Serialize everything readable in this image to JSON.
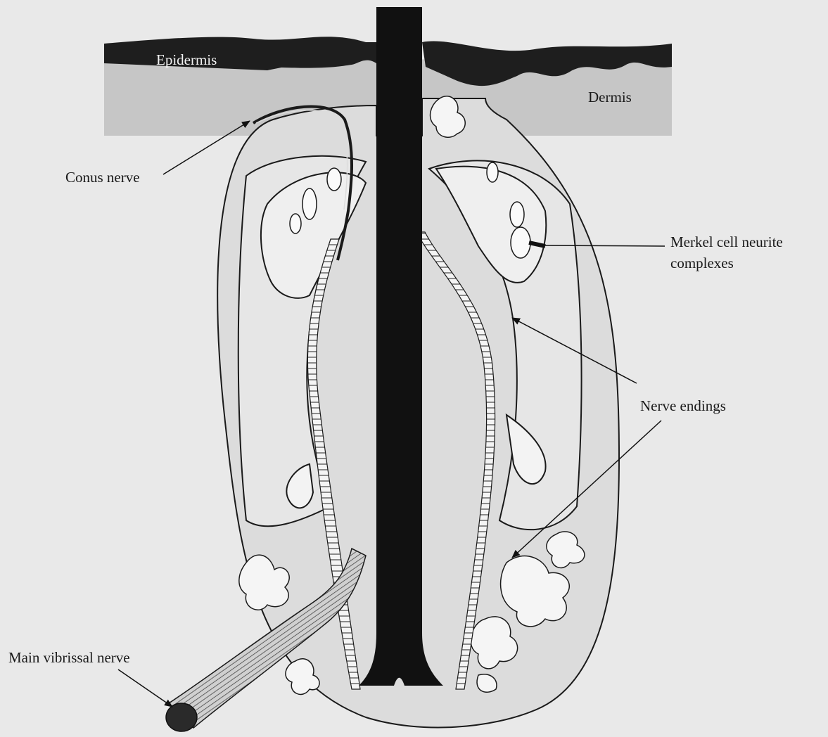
{
  "labels": {
    "epidermis": "Epidermis",
    "dermis": "Dermis",
    "conus_nerve": "Conus nerve",
    "merkel_line1": "Merkel cell neurite",
    "merkel_line2": "complexes",
    "nerve_endings": "Nerve endings",
    "main_nerve": "Main vibrissal nerve"
  },
  "colors": {
    "background": "#e9e9e9",
    "epidermis": "#1e1e1e",
    "dermis": "#c8c8c8",
    "capsule": "#dedede",
    "ink": "#1a1a1a",
    "hair_shaft": "#111111"
  }
}
